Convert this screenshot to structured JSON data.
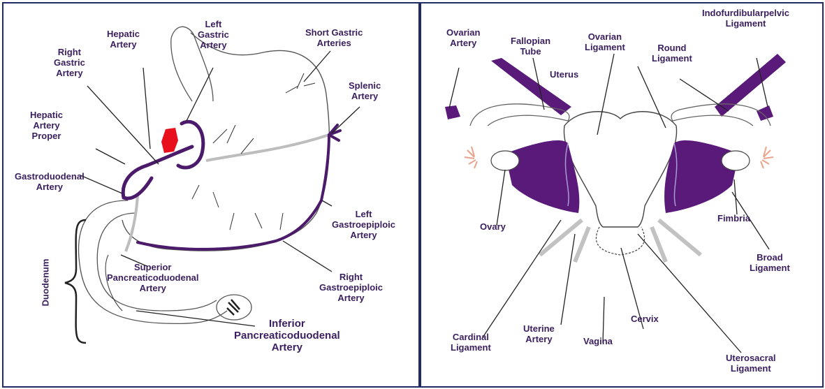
{
  "colors": {
    "artery_purple": "#4b1a6b",
    "ligament_purple": "#5a1a7a",
    "highlight_red": "#e8101c",
    "vessel_gray": "#bdbdbd",
    "label_text": "#3a1f5e",
    "frame_navy": "#1f2a66",
    "fimbria_peach": "#e9a48b"
  },
  "left_panel": {
    "labels": {
      "hepatic_artery": [
        "Hepatic",
        "Artery"
      ],
      "left_gastric_artery": [
        "Left",
        "Gastric",
        "Artery"
      ],
      "short_gastric_arteries": [
        "Short Gastric",
        "Arteries"
      ],
      "right_gastric_artery": [
        "Right",
        "Gastric",
        "Artery"
      ],
      "splenic_artery": [
        "Splenic",
        "Artery"
      ],
      "hepatic_artery_proper": [
        "Hepatic",
        "Artery",
        "Proper"
      ],
      "gastroduodenal_artery": [
        "Gastroduodenal",
        "Artery"
      ],
      "left_gastroepiploic_artery": [
        "Left",
        "Gastroepiploic",
        "Artery"
      ],
      "duodenum": "Duodenum",
      "superior_pancreaticoduodenal_artery": [
        "Superior",
        "Pancreaticoduodenal",
        "Artery"
      ],
      "right_gastroepiploic_artery": [
        "Right",
        "Gastroepiploic",
        "Artery"
      ],
      "inferior_pancreaticoduodenal_artery": [
        "Inferior",
        "Pancreaticoduodenal",
        "Artery"
      ]
    }
  },
  "right_panel": {
    "labels": {
      "ovarian_artery": [
        "Ovarian",
        "Artery"
      ],
      "fallopian_tube": [
        "Fallopian",
        "Tube"
      ],
      "ovarian_ligament": [
        "Ovarian",
        "Ligament"
      ],
      "indofurdibularpelvic_ligament": [
        "Indofurdibularpelvic",
        "Ligament"
      ],
      "round_ligament": [
        "Round",
        "Ligament"
      ],
      "uterus": "Uterus",
      "ovary": "Ovary",
      "fimbria": "Fimbria",
      "broad_ligament": [
        "Broad",
        "Ligament"
      ],
      "cervix": "Cervix",
      "cardinal_ligament": [
        "Cardinal",
        "Ligament"
      ],
      "uterine_artery": [
        "Uterine",
        "Artery"
      ],
      "vagina": "Vagina",
      "uterosacral_ligament": [
        "Uterosacral",
        "Ligament"
      ]
    }
  }
}
